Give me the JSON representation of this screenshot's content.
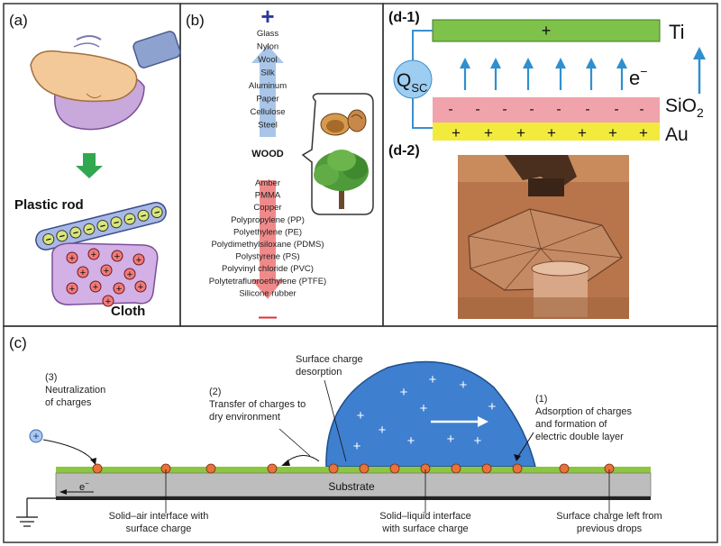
{
  "panel_a": {
    "label": "(a)",
    "rod_label": "Plastic rod",
    "cloth_label": "Cloth",
    "rod_charge": "−",
    "cloth_charge": "+"
  },
  "panel_b": {
    "label": "(b)",
    "top_sign": "+",
    "bottom_sign": "—",
    "upper_materials": [
      "Glass",
      "Nylon",
      "Wool",
      "Silk",
      "Aluminum",
      "Paper",
      "Cellulose",
      "Steel"
    ],
    "center_material": "WOOD",
    "lower_materials": [
      "Amber",
      "PMMA",
      "Copper",
      "Polypropylene (PP)",
      "Polyethylene (PE)",
      "Polydimethylsiloxane (PDMS)",
      "Polystyrene (PS)",
      "Polyvinyl chloride (PVC)",
      "Polytetrafluoroethylene (PTFE)",
      "Silicone rubber"
    ],
    "colors": {
      "top_sign": "#2b3a9e",
      "bottom_sign": "#e03030",
      "arrow_up": "#a9c6e8",
      "arrow_down": "#f08a8a"
    }
  },
  "panel_d": {
    "label_top": "(d-1)",
    "label_bottom": "(d-2)",
    "ti_label": "Ti",
    "ti_sign": "+",
    "qsc_main": "Q",
    "qsc_sub": "SC",
    "electron_main": "e",
    "electron_sup": "−",
    "sio2_main": "SiO",
    "sio2_sub": "2",
    "au_label": "Au",
    "sio2_sign": "-",
    "au_sign": "+",
    "colors": {
      "ti": "#7ec24a",
      "sio2": "#f0a3ab",
      "au": "#f2ea3c",
      "arrow": "#2f8fcf",
      "qsc": "#9dcdf0",
      "wire": "#3a8fd0"
    }
  },
  "panel_c": {
    "label": "(c)",
    "surface_desorption": [
      "Surface charge",
      "desorption"
    ],
    "neutralization": [
      "(3)",
      "Neutralization",
      "of charges"
    ],
    "transfer": [
      "(2)",
      "Transfer of charges to",
      "dry environment"
    ],
    "adsorption": [
      "(1)",
      "Adsorption of charges",
      "and formation of",
      "electric double layer"
    ],
    "substrate": "Substrate",
    "electron_main": "e",
    "electron_sup": "−",
    "ion_sign": "+",
    "drop_sign": "+",
    "solid_air": [
      "Solid–air interface with",
      "surface charge"
    ],
    "solid_liquid": [
      "Solid–liquid interface",
      "with surface charge"
    ],
    "surface_left": [
      "Surface charge left from",
      "previous drops"
    ],
    "colors": {
      "drop": "#3f7fcf",
      "green_layer": "#8cc63f",
      "substrate": "#bdbdbd",
      "charge": "#e8723c"
    }
  }
}
